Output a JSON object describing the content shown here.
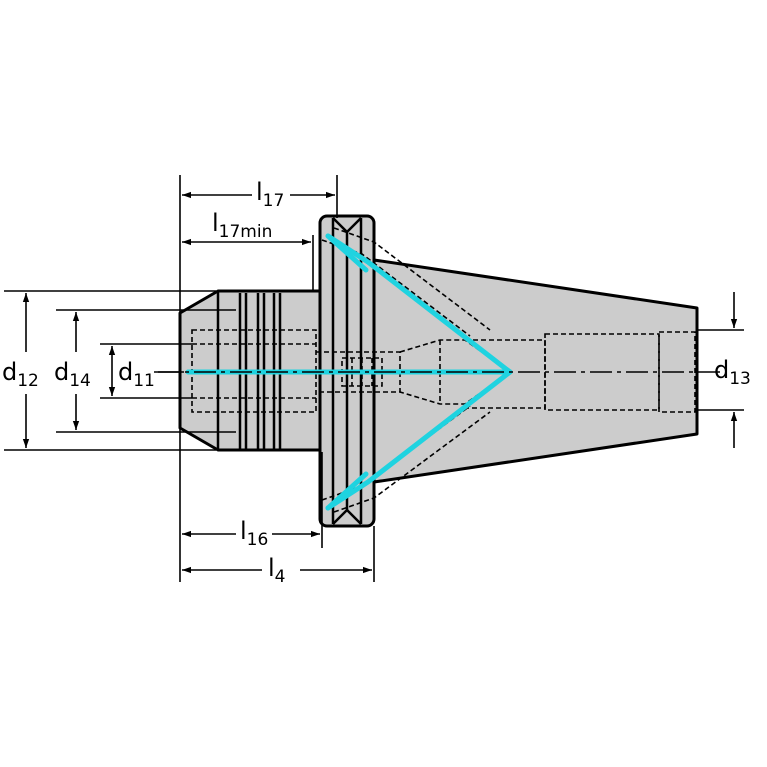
{
  "dimensions": {
    "l17": {
      "main": "l",
      "sub": "17"
    },
    "l17min": {
      "main": "l",
      "sub": "17min"
    },
    "l16": {
      "main": "l",
      "sub": "16"
    },
    "l4": {
      "main": "l",
      "sub": "4"
    },
    "d12": {
      "main": "d",
      "sub": "12"
    },
    "d14": {
      "main": "d",
      "sub": "14"
    },
    "d11": {
      "main": "d",
      "sub": "11"
    },
    "d13": {
      "main": "d",
      "sub": "13"
    }
  },
  "colors": {
    "body_fill": "#cccccc",
    "coolant": "#1fd3e0",
    "line": "#000000"
  }
}
